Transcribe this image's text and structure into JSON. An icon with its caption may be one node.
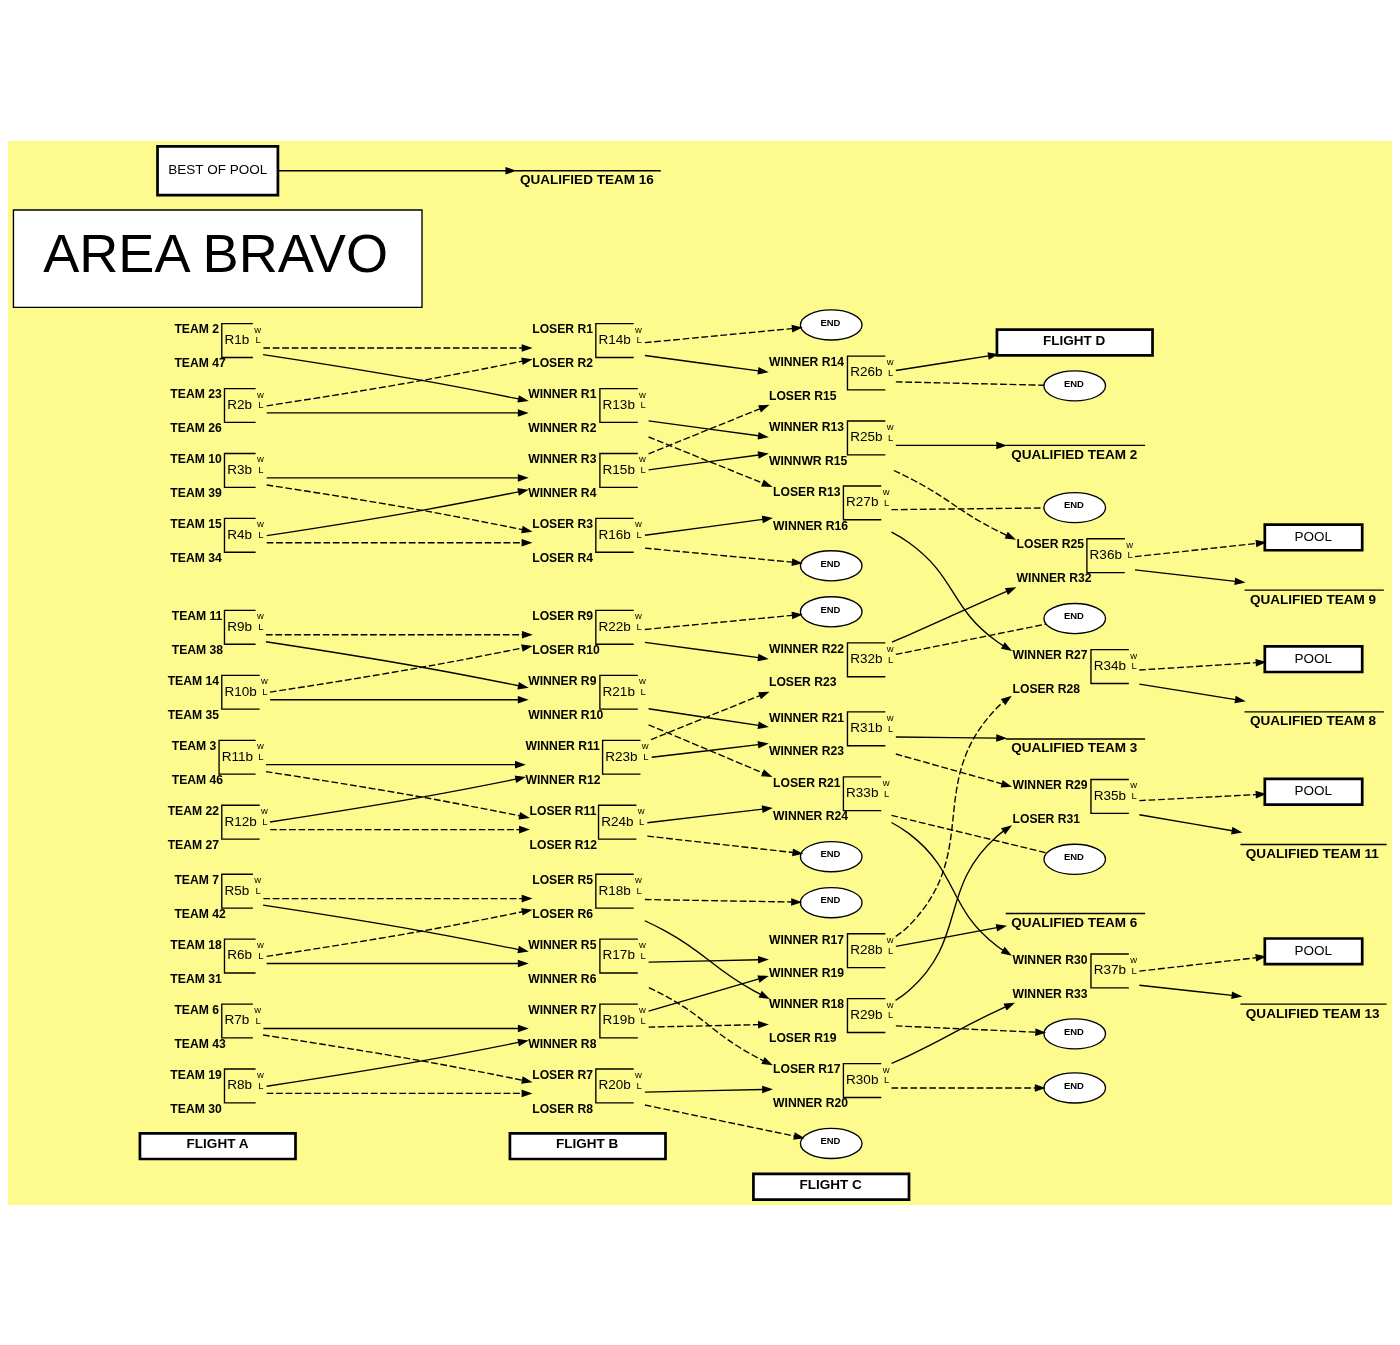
{
  "diagram": {
    "nodes": [
      {
        "text": [
          "FLIGHT A"
        ]
      },
      {
        "text": [
          "FLIGHT B"
        ]
      },
      {
        "text": [
          "FLIGHT C"
        ]
      },
      {
        "text": [
          "FLIGHT D"
        ]
      },
      {
        "text": [
          "AREA BRAVO"
        ]
      },
      {
        "text": [
          "TEAM 2",
          "R1b",
          "TEAM 47",
          "w",
          "L"
        ]
      },
      {
        "text": [
          "TEAM 23",
          "R2b",
          "TEAM 26",
          "w",
          "L"
        ]
      },
      {
        "text": [
          "TEAM 10",
          "R3b",
          "TEAM 39",
          "w",
          "L"
        ]
      },
      {
        "text": [
          "TEAM 15",
          "R4b",
          "TEAM 34",
          "w",
          "L"
        ]
      },
      {
        "text": [
          "TEAM 7",
          "R5b",
          "TEAM 42",
          "w",
          "L"
        ]
      },
      {
        "text": [
          "TEAM 18",
          "R6b",
          "TEAM 31",
          "w",
          "L"
        ]
      },
      {
        "text": [
          "TEAM 6",
          "R7b",
          "TEAM 43",
          "w",
          "L"
        ]
      },
      {
        "text": [
          "TEAM 19",
          "R8b",
          "TEAM 30",
          "w",
          "L"
        ]
      },
      {
        "text": [
          "TEAM 11",
          "R9b",
          "TEAM 38",
          "w",
          "L"
        ]
      },
      {
        "text": [
          "TEAM 14",
          "R10b",
          "TEAM 35",
          "w",
          "L"
        ]
      },
      {
        "text": [
          "TEAM 3",
          "R11b",
          "TEAM 46",
          "w",
          "L"
        ]
      },
      {
        "text": [
          "TEAM 22",
          "R12b",
          "TEAM 27",
          "w",
          "L"
        ]
      },
      {
        "text": [
          "WINNER R1",
          "R13b",
          "WINNER R2",
          "w",
          "L"
        ]
      },
      {
        "text": [
          "LOSER R1",
          "R14b",
          "LOSER R2",
          "w",
          "L"
        ]
      },
      {
        "text": [
          "WINNER R3",
          "R15b",
          "WINNER R4",
          "w",
          "L"
        ]
      },
      {
        "text": [
          "LOSER R3",
          "R16b",
          "LOSER R4",
          "w",
          "L"
        ]
      },
      {
        "text": [
          "WINNER R5",
          "R17b",
          "WINNER R6",
          "w",
          "L"
        ]
      },
      {
        "text": [
          "LOSER R5",
          "R18b",
          "LOSER R6",
          "w",
          "L"
        ]
      },
      {
        "text": [
          "WINNER R7",
          "R19b",
          "WINNER R8",
          "w",
          "L"
        ]
      },
      {
        "text": [
          "LOSER R7",
          "R20b",
          "LOSER R8",
          "w",
          "L"
        ]
      },
      {
        "text": [
          "WINNER R9",
          "R21b",
          "WINNER R10",
          "w",
          "L"
        ]
      },
      {
        "text": [
          "LOSER R9",
          "R22b",
          "LOSER R10",
          "w",
          "L"
        ]
      },
      {
        "text": [
          "WINNER R11",
          "R23b",
          "WINNER R12",
          "w",
          "L"
        ]
      },
      {
        "text": [
          "LOSER R11",
          "R24b",
          "LOSER R12",
          "w",
          "L"
        ]
      },
      {
        "text": [
          "WINNER R13",
          "R25b",
          "WINNWR R15",
          "w",
          "L"
        ]
      },
      {
        "text": [
          "WINNER R14",
          "R26b",
          "LOSER R15",
          "w",
          "L"
        ]
      },
      {
        "text": [
          "LOSER R13",
          "R27b",
          "WINNER R16",
          "w",
          "L"
        ]
      },
      {
        "text": [
          "WINNER R17",
          "R28b",
          "WINNER R19",
          "w",
          "L"
        ]
      },
      {
        "text": [
          "WINNER R18",
          "R29b",
          "LOSER R19",
          "w",
          "L"
        ]
      },
      {
        "text": [
          "LOSER R17",
          "R30b",
          "WINNER R20",
          "w",
          "L"
        ]
      },
      {
        "text": [
          "WINNER R21",
          "R31b",
          "WINNER R23",
          "w",
          "L"
        ]
      },
      {
        "text": [
          "WINNER R22",
          "R32b",
          "LOSER R23",
          "w",
          "L"
        ]
      },
      {
        "text": [
          "LOSER R21",
          "R33b",
          "WINNER R24",
          "w",
          "L"
        ]
      },
      {
        "text": [
          "WINNER R27",
          "R34b",
          "LOSER R28",
          "w",
          "L"
        ]
      },
      {
        "text": [
          "WINNER R29",
          "R35b",
          "LOSER R31",
          "w",
          "L"
        ]
      },
      {
        "text": [
          "LOSER R25",
          "R36b",
          "WINNER R32",
          "w",
          "L"
        ]
      },
      {
        "text": [
          "WINNER R30",
          "R37b",
          "WINNER R33",
          "w",
          "L"
        ]
      },
      {
        "text": [
          "END"
        ]
      },
      {
        "text": [
          "END"
        ]
      },
      {
        "text": [
          "END"
        ]
      },
      {
        "text": [
          "END"
        ]
      },
      {
        "text": [
          "END"
        ]
      },
      {
        "text": [
          "END"
        ]
      },
      {
        "text": [
          "END"
        ]
      },
      {
        "text": [
          "END"
        ]
      },
      {
        "text": [
          "END"
        ]
      },
      {
        "text": [
          "END"
        ]
      },
      {
        "text": [
          "END"
        ]
      },
      {
        "text": [
          "END"
        ]
      },
      {
        "text": [
          "POOL"
        ]
      },
      {
        "text": [
          "POOL"
        ]
      },
      {
        "text": [
          "POOL"
        ]
      },
      {
        "text": [
          "POOL"
        ]
      },
      {
        "text": [
          "QUALIFIED TEAM 2"
        ]
      },
      {
        "text": [
          "QUALIFIED TEAM 8"
        ]
      },
      {
        "text": [
          "QUALIFIED TEAM 6"
        ]
      },
      {
        "text": [
          "QUALIFIED TEAM 11"
        ]
      },
      {
        "text": [
          "QUALIFIED TEAM 9"
        ]
      },
      {
        "text": [
          "QUALIFIED TEAM 3"
        ]
      },
      {
        "text": [
          "QUALIFIED TEAM 13"
        ]
      },
      {
        "text": [
          "QUALIFIED TEAM 16"
        ]
      },
      {
        "text": [
          "BEST OF POOL"
        ]
      }
    ],
    "edges": [
      {
        "from": 5,
        "to": 17,
        "arrow": "to"
      },
      {
        "from": 5,
        "to": 18,
        "arrow": "to",
        "style": "dashed"
      },
      {
        "from": 6,
        "to": 17,
        "arrow": "to"
      },
      {
        "from": 6,
        "to": 18,
        "arrow": "to",
        "style": "dashed"
      },
      {
        "from": 7,
        "to": 19,
        "arrow": "to"
      },
      {
        "from": 7,
        "to": 20,
        "arrow": "to",
        "style": "dashed"
      },
      {
        "from": 8,
        "to": 19,
        "arrow": "to"
      },
      {
        "from": 8,
        "to": 20,
        "arrow": "to",
        "style": "dashed"
      },
      {
        "from": 9,
        "to": 21,
        "arrow": "to"
      },
      {
        "from": 9,
        "to": 22,
        "arrow": "to",
        "style": "dashed"
      },
      {
        "from": 10,
        "to": 21,
        "arrow": "to"
      },
      {
        "from": 10,
        "to": 22,
        "arrow": "to",
        "style": "dashed"
      },
      {
        "from": 11,
        "to": 23,
        "arrow": "to"
      },
      {
        "from": 11,
        "to": 24,
        "arrow": "to",
        "style": "dashed"
      },
      {
        "from": 12,
        "to": 23,
        "arrow": "to"
      },
      {
        "from": 12,
        "to": 24,
        "arrow": "to",
        "style": "dashed"
      },
      {
        "from": 13,
        "to": 25,
        "arrow": "to"
      },
      {
        "from": 13,
        "to": 26,
        "arrow": "to",
        "style": "dashed"
      },
      {
        "from": 14,
        "to": 25,
        "arrow": "to"
      },
      {
        "from": 14,
        "to": 26,
        "arrow": "to",
        "style": "dashed"
      },
      {
        "from": 15,
        "to": 27,
        "arrow": "to"
      },
      {
        "from": 15,
        "to": 28,
        "arrow": "to",
        "style": "dashed"
      },
      {
        "from": 16,
        "to": 27,
        "arrow": "to"
      },
      {
        "from": 16,
        "to": 28,
        "arrow": "to",
        "style": "dashed"
      },
      {
        "from": 17,
        "to": 29,
        "arrow": "to"
      },
      {
        "from": 17,
        "to": 31,
        "arrow": "to",
        "style": "dashed"
      },
      {
        "from": 18,
        "to": 30,
        "arrow": "to"
      },
      {
        "from": 18,
        "to": 42,
        "arrow": "to",
        "style": "dashed"
      },
      {
        "from": 19,
        "to": 29,
        "arrow": "to"
      },
      {
        "from": 19,
        "to": 30,
        "arrow": "to",
        "style": "dashed"
      },
      {
        "from": 20,
        "to": 31,
        "arrow": "to"
      },
      {
        "from": 20,
        "to": 43,
        "arrow": "to",
        "style": "dashed"
      },
      {
        "from": 21,
        "to": 32,
        "arrow": "to"
      },
      {
        "from": 21,
        "to": 34,
        "arrow": "to",
        "style": "dashed"
      },
      {
        "from": 22,
        "to": 33,
        "arrow": "to"
      },
      {
        "from": 22,
        "to": 44,
        "arrow": "to",
        "style": "dashed"
      },
      {
        "from": 23,
        "to": 32,
        "arrow": "to"
      },
      {
        "from": 23,
        "to": 33,
        "arrow": "to",
        "style": "dashed"
      },
      {
        "from": 24,
        "to": 34,
        "arrow": "to"
      },
      {
        "from": 24,
        "to": 45,
        "arrow": "to",
        "style": "dashed"
      },
      {
        "from": 25,
        "to": 35,
        "arrow": "to"
      },
      {
        "from": 25,
        "to": 37,
        "arrow": "to",
        "style": "dashed"
      },
      {
        "from": 26,
        "to": 36,
        "arrow": "to"
      },
      {
        "from": 26,
        "to": 46,
        "arrow": "to",
        "style": "dashed"
      },
      {
        "from": 27,
        "to": 35,
        "arrow": "to"
      },
      {
        "from": 27,
        "to": 36,
        "arrow": "to",
        "style": "dashed"
      },
      {
        "from": 28,
        "to": 37,
        "arrow": "to"
      },
      {
        "from": 28,
        "to": 47,
        "arrow": "to",
        "style": "dashed"
      },
      {
        "from": 29,
        "to": 58,
        "arrow": "to"
      },
      {
        "from": 29,
        "to": 40,
        "arrow": "to",
        "style": "dashed"
      },
      {
        "from": 30,
        "to": 3,
        "arrow": "to"
      },
      {
        "from": 30,
        "to": 48,
        "arrow": "none",
        "style": "dashed"
      },
      {
        "from": 31,
        "to": 38,
        "arrow": "to"
      },
      {
        "from": 31,
        "to": 49,
        "arrow": "none",
        "style": "dashed"
      },
      {
        "from": 32,
        "to": 60,
        "arrow": "to"
      },
      {
        "from": 32,
        "to": 38,
        "arrow": "to",
        "style": "dashed"
      },
      {
        "from": 33,
        "to": 39,
        "arrow": "to"
      },
      {
        "from": 33,
        "to": 50,
        "arrow": "to",
        "style": "dashed"
      },
      {
        "from": 34,
        "to": 41,
        "arrow": "to"
      },
      {
        "from": 34,
        "to": 51,
        "arrow": "to",
        "style": "dashed"
      },
      {
        "from": 35,
        "to": 63,
        "arrow": "to"
      },
      {
        "from": 35,
        "to": 39,
        "arrow": "to",
        "style": "dashed"
      },
      {
        "from": 36,
        "to": 40,
        "arrow": "to"
      },
      {
        "from": 36,
        "to": 52,
        "arrow": "none",
        "style": "dashed"
      },
      {
        "from": 37,
        "to": 41,
        "arrow": "to"
      },
      {
        "from": 37,
        "to": 53,
        "arrow": "none",
        "style": "dashed"
      },
      {
        "from": 38,
        "to": 59,
        "arrow": "to"
      },
      {
        "from": 38,
        "to": 54,
        "arrow": "to",
        "style": "dashed"
      },
      {
        "from": 39,
        "to": 61,
        "arrow": "to"
      },
      {
        "from": 39,
        "to": 55,
        "arrow": "to",
        "style": "dashed"
      },
      {
        "from": 40,
        "to": 62,
        "arrow": "to"
      },
      {
        "from": 40,
        "to": 56,
        "arrow": "to",
        "style": "dashed"
      },
      {
        "from": 41,
        "to": 64,
        "arrow": "to"
      },
      {
        "from": 41,
        "to": 57,
        "arrow": "to",
        "style": "dashed"
      },
      {
        "from": 66,
        "to": 65,
        "arrow": "to"
      }
    ]
  }
}
